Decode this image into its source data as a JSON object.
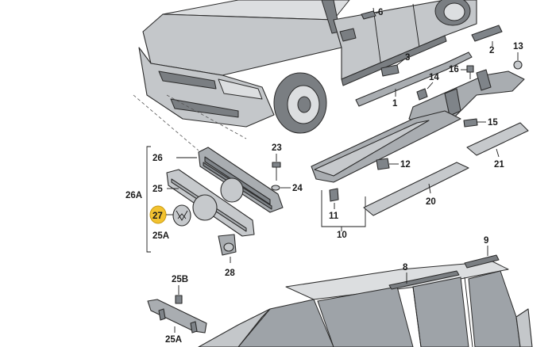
{
  "labels": {
    "p1": "1",
    "p2": "2",
    "p3": "3",
    "p6": "6",
    "p8": "8",
    "p9": "9",
    "p10": "10",
    "p11": "11",
    "p12": "12",
    "p13": "13",
    "p14": "14",
    "p15": "15",
    "p16": "16",
    "p20": "20",
    "p21": "21",
    "p23": "23",
    "p24": "24",
    "p25": "25",
    "p25A_top": "25A",
    "p25A_bottom": "25A",
    "p25B": "25B",
    "p26": "26",
    "p26A": "26A",
    "p27": "27",
    "p28": "28"
  },
  "colors": {
    "highlight": "#f2c230",
    "part_fill": "#a9adb1",
    "outline": "#2b2b2b"
  }
}
